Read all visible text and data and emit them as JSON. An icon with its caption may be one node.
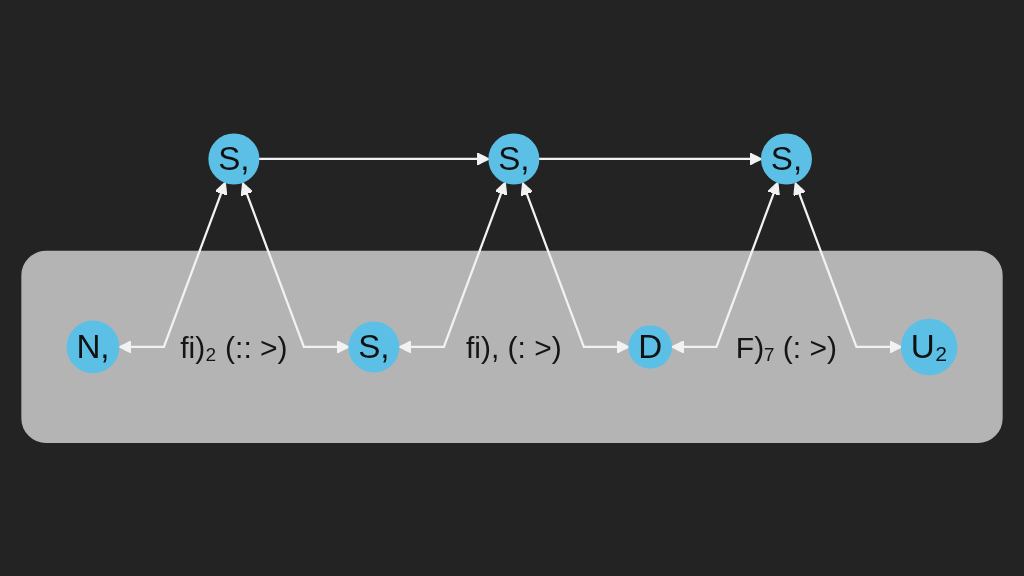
{
  "diagram": {
    "nodes": [
      {
        "text": [
          "S,"
        ]
      },
      {
        "text": [
          "S,"
        ]
      },
      {
        "text": [
          "S,"
        ]
      },
      {
        "text": [],
        "shape": "box"
      },
      {
        "text": [
          "N,"
        ],
        "in": 3
      },
      {
        "text": [
          "S,"
        ],
        "in": 3
      },
      {
        "text": [
          "D"
        ],
        "in": 3
      },
      {
        "text": [
          "U₂"
        ],
        "in": 3
      }
    ],
    "edges": [
      {
        "from": 0,
        "to": 1,
        "arrow": "to"
      },
      {
        "from": 1,
        "to": 2,
        "arrow": "to"
      },
      {
        "from": 4,
        "to": 0,
        "arrow": "both"
      },
      {
        "from": 0,
        "to": 5,
        "arrow": "both"
      },
      {
        "from": 5,
        "to": 1,
        "arrow": "both"
      },
      {
        "from": 1,
        "to": 6,
        "arrow": "both"
      },
      {
        "from": 6,
        "to": 2,
        "arrow": "both"
      },
      {
        "from": 2,
        "to": 7,
        "arrow": "both"
      }
    ],
    "labels": [
      "fi)₂ (:: >)",
      "fi), (: >)",
      "F)₇ (: >)"
    ]
  }
}
